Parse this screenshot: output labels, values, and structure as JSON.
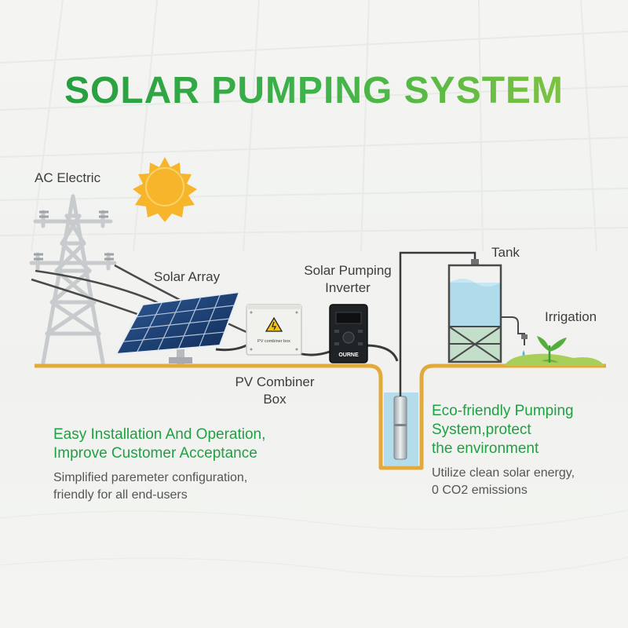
{
  "title": "SOLAR PUMPING SYSTEM",
  "labels": {
    "ac_electric": "AC Electric",
    "solar_array": "Solar Array",
    "inverter_line1": "Solar Pumping",
    "inverter_line2": "Inverter",
    "tank": "Tank",
    "irrigation": "Irrigation",
    "combiner_line1": "PV Combiner",
    "combiner_line2": "Box"
  },
  "devices": {
    "combiner_box_text": "PV combiner box",
    "inverter_brand": "OURNE"
  },
  "features": {
    "left": {
      "heading": "Easy Installation And Operation,\nImprove Customer Acceptance",
      "body": "Simplified paremeter configuration,\nfriendly for all end-users"
    },
    "right": {
      "heading": "Eco-friendly Pumping\nSystem,protect\nthe environment",
      "body": "Utilize clean solar energy,\n0 CO2 emissions"
    }
  },
  "colors": {
    "ground": "#e2a93b",
    "sun": "#f6b52a",
    "title_start": "#1f9a3c",
    "title_end": "#8dc63f",
    "feature_heading": "#1fa043",
    "water": "#a9d8ea",
    "panel": "#1c3f73"
  }
}
